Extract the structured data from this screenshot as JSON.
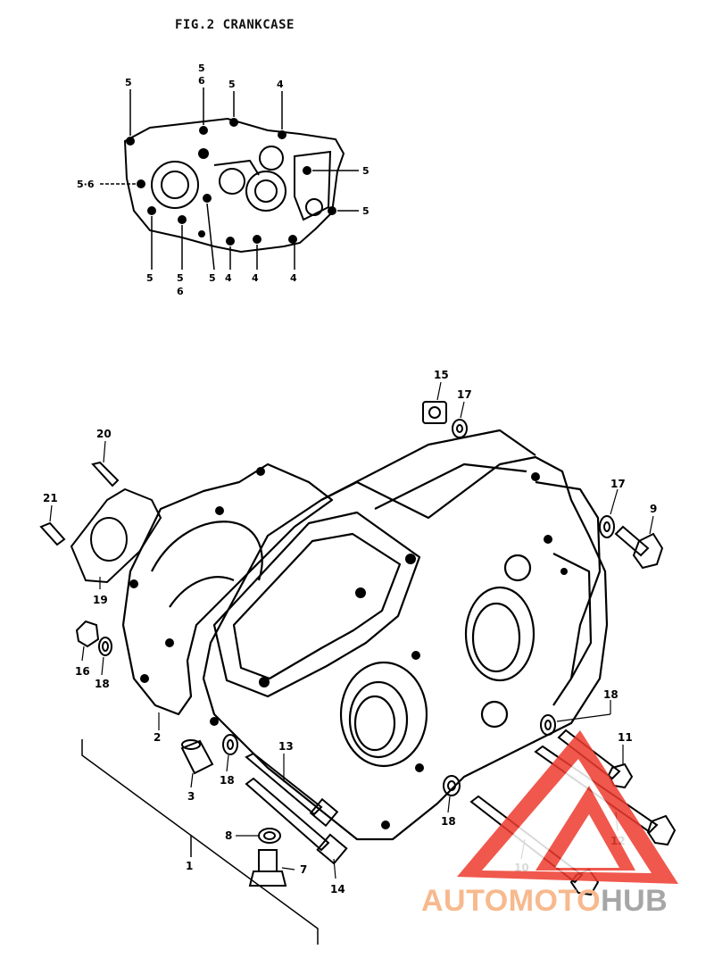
{
  "figure": {
    "title": "FIG.2  CRANKCASE"
  },
  "top_view_labels": {
    "l1": "5",
    "l2": "5",
    "l3": "6",
    "l4": "5",
    "l5": "4",
    "l6": "5·6",
    "l7": "5",
    "l8": "5",
    "l9": "5",
    "l10": "5",
    "l11": "6",
    "l12": "5",
    "l13": "4",
    "l14": "4",
    "l15": "4"
  },
  "part_labels": {
    "p1": "1",
    "p2": "2",
    "p3": "3",
    "p7": "7",
    "p8": "8",
    "p9": "9",
    "p10": "10",
    "p11": "11",
    "p12": "12",
    "p13": "13",
    "p14": "14",
    "p15": "15",
    "p16": "16",
    "p17a": "17",
    "p17b": "17",
    "p18a": "18",
    "p18b": "18",
    "p18c": "18",
    "p18d": "18",
    "p19": "19",
    "p20": "20",
    "p21": "21"
  },
  "watermark": {
    "part1": "AUTOMOTO",
    "part2": "HUB",
    "color_logo": "#ee3b2f",
    "color_text1": "#f7b98d",
    "color_text2": "#a6a6a6"
  }
}
